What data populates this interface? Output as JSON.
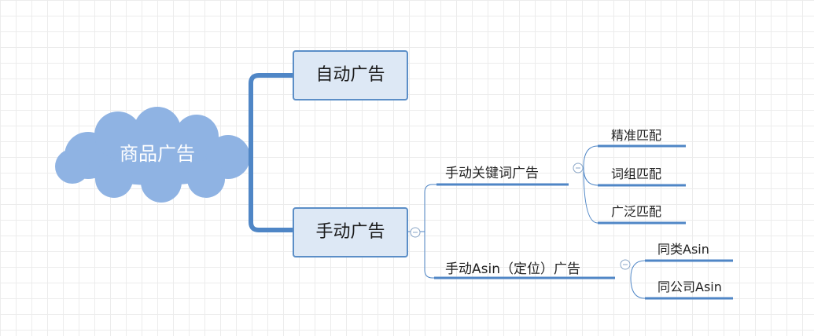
{
  "mindmap": {
    "root": {
      "label": "商品广告"
    },
    "branches": [
      {
        "label": "自动广告"
      },
      {
        "label": "手动广告",
        "children": [
          {
            "label": "手动关键词广告",
            "children": [
              {
                "label": "精准匹配"
              },
              {
                "label": "词组匹配"
              },
              {
                "label": "广泛匹配"
              }
            ]
          },
          {
            "label": "手动Asin（定位）广告",
            "children": [
              {
                "label": "同类Asin"
              },
              {
                "label": "同公司Asin"
              }
            ]
          }
        ]
      }
    ]
  },
  "colors": {
    "cloud_fill": "#8fb3e3",
    "box_fill": "#dde8f5",
    "box_border": "#5b8ec7",
    "connector": "#4f86c6",
    "grid": "#ececec"
  }
}
